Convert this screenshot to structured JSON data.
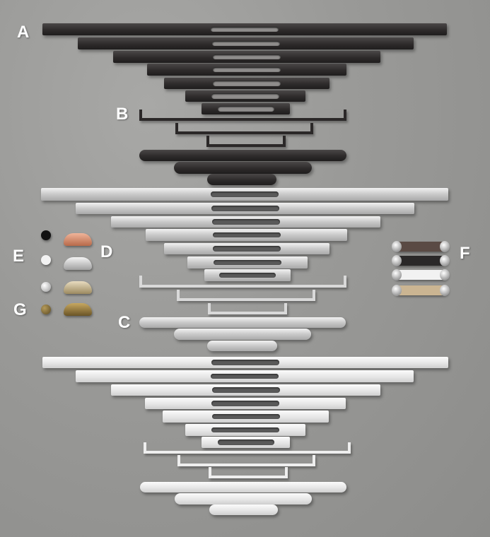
{
  "labels": {
    "a": "A",
    "b": "B",
    "c": "C",
    "d": "D",
    "e": "E",
    "f": "F",
    "g": "G"
  },
  "colors": {
    "dark": "#2e2b2b",
    "silver": "#c9c9c9",
    "white": "#e6e6e6",
    "background": "#999997"
  }
}
